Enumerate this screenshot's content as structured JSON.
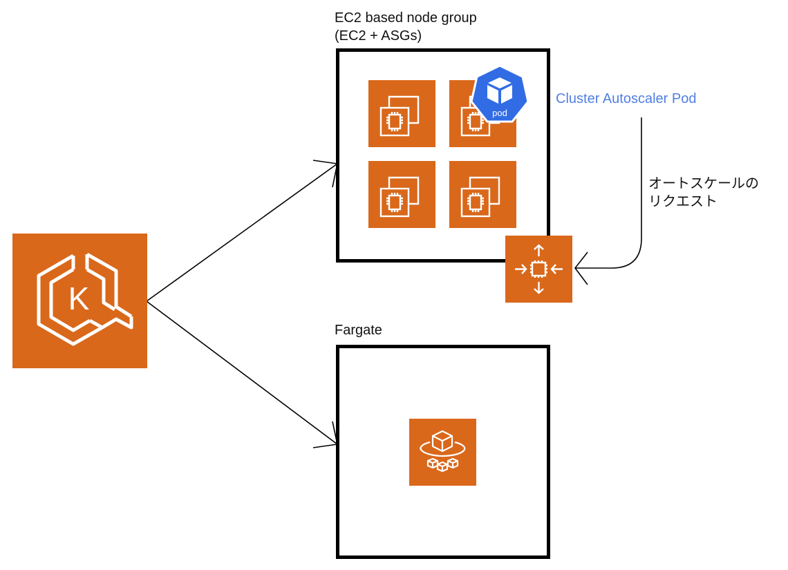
{
  "diagram": {
    "ec2_group": {
      "title_line1": "EC2 based node group",
      "title_line2": "(EC2 + ASGs)"
    },
    "fargate": {
      "title": "Fargate"
    },
    "autoscaler": {
      "label": "Cluster Autoscaler Pod"
    },
    "request": {
      "line1": "オートスケールの",
      "line2": "リクエスト"
    },
    "pod_badge": {
      "label": "pod"
    },
    "icons": {
      "eks": "eks-icon",
      "ec2": "ec2-instance-icon",
      "autoscaling": "auto-scaling-icon",
      "fargate": "fargate-icon",
      "pod": "kubernetes-pod-icon"
    },
    "colors": {
      "aws_orange": "#d9681b",
      "pod_blue": "#326ce5",
      "label_blue": "#4f7fe3"
    }
  }
}
